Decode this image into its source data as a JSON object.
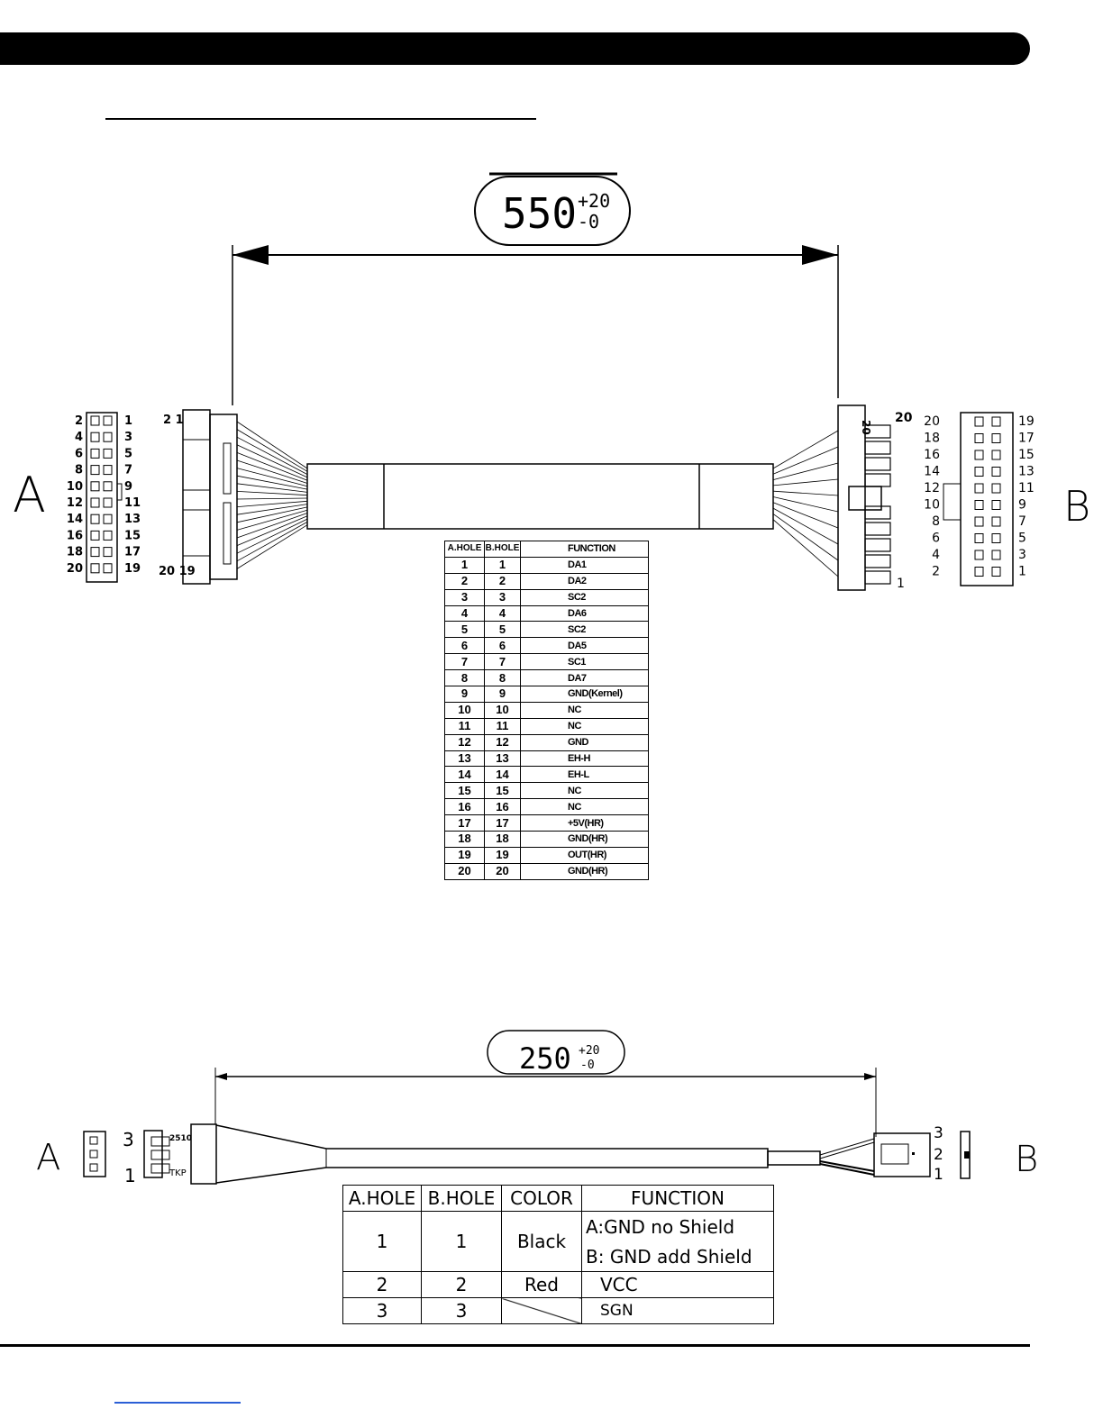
{
  "cable1": {
    "length_main": "550",
    "tol_plus": "+20",
    "tol_minus": "-0",
    "end_a_label": "A",
    "end_b_label": "B",
    "conn_a_top_pins": "2 1",
    "conn_a_bottom_pins": "20 19",
    "conn_a_face_left": [
      "2",
      "4",
      "6",
      "8",
      "10",
      "12",
      "14",
      "16",
      "18",
      "20"
    ],
    "conn_a_face_right": [
      "1",
      "3",
      "5",
      "7",
      "9",
      "11",
      "13",
      "15",
      "17",
      "19"
    ],
    "conn_b_top_pins": "20",
    "conn_b_bottom_pins": "1",
    "conn_b_side_pin": "20",
    "conn_b_face_left": [
      "20",
      "18",
      "16",
      "14",
      "12",
      "10",
      "8",
      "6",
      "4",
      "2"
    ],
    "conn_b_face_right": [
      "19",
      "17",
      "15",
      "13",
      "11",
      "9",
      "7",
      "5",
      "3",
      "1"
    ],
    "table": {
      "headers": [
        "A.HOLE",
        "B.HOLE",
        "FUNCTION"
      ],
      "rows": [
        [
          "1",
          "1",
          "DA1"
        ],
        [
          "2",
          "2",
          "DA2"
        ],
        [
          "3",
          "3",
          "SC2"
        ],
        [
          "4",
          "4",
          "DA6"
        ],
        [
          "5",
          "5",
          "SC2"
        ],
        [
          "6",
          "6",
          "DA5"
        ],
        [
          "7",
          "7",
          "SC1"
        ],
        [
          "8",
          "8",
          "DA7"
        ],
        [
          "9",
          "9",
          "GND(Kernel)"
        ],
        [
          "10",
          "10",
          "NC"
        ],
        [
          "11",
          "11",
          "NC"
        ],
        [
          "12",
          "12",
          "GND"
        ],
        [
          "13",
          "13",
          "EH-H"
        ],
        [
          "14",
          "14",
          "EH-L"
        ],
        [
          "15",
          "15",
          "NC"
        ],
        [
          "16",
          "16",
          "NC"
        ],
        [
          "17",
          "17",
          "+5V(HR)"
        ],
        [
          "18",
          "18",
          "GND(HR)"
        ],
        [
          "19",
          "19",
          "OUT(HR)"
        ],
        [
          "20",
          "20",
          "GND(HR)"
        ]
      ]
    }
  },
  "cable2": {
    "length_main": "250",
    "tol_plus": "+20",
    "tol_minus": "-0",
    "end_a_label": "A",
    "end_b_label": "B",
    "conn_a_pin_top": "3",
    "conn_a_pin_bottom": "1",
    "conn_a_mark_top": "2510",
    "conn_a_mark_bottom": "TKP",
    "conn_b_pins": [
      "3",
      "2",
      "1"
    ],
    "table": {
      "headers": [
        "A.HOLE",
        "B.HOLE",
        "COLOR",
        "FUNCTION"
      ],
      "row1": {
        "a": "1",
        "b": "1",
        "color": "Black",
        "func_line1": "A:GND  no Shield",
        "func_line2": "B: GND  add  Shield"
      },
      "row2": {
        "a": "2",
        "b": "2",
        "color": "Red",
        "func": "VCC"
      },
      "row3": {
        "a": "3",
        "b": "3",
        "func": "SGN"
      }
    }
  }
}
